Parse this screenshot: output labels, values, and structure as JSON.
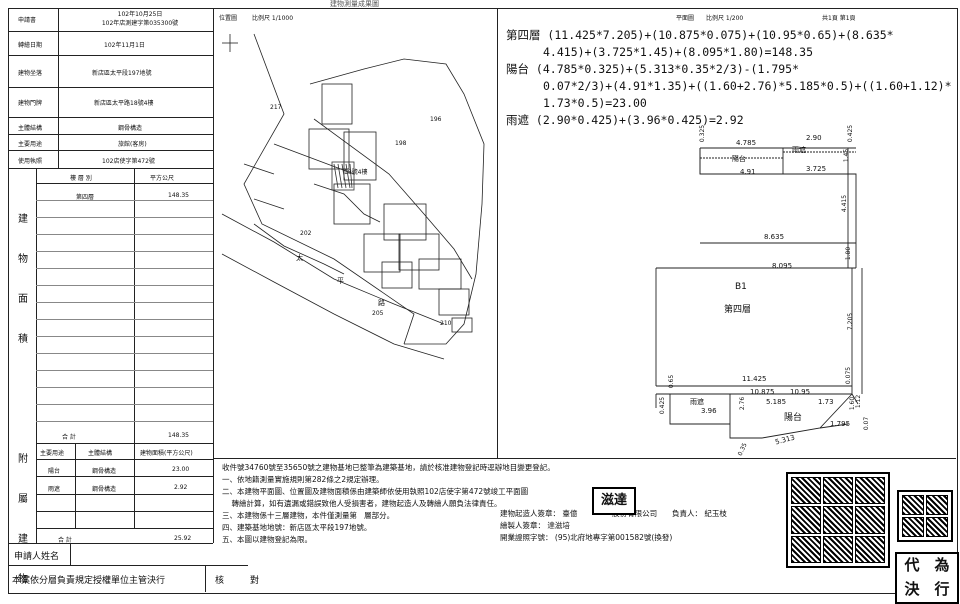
{
  "header": {
    "top_label": "建物測量成果圖"
  },
  "left_table": {
    "rows": [
      {
        "label": "申請書",
        "value": "102年10月25日\n102年店測建字第035300號"
      },
      {
        "label": "轉繪日期",
        "value": "102年11月1日"
      },
      {
        "label": "建物坐落",
        "value": "新店區太平段197地號"
      },
      {
        "label": "建物門牌",
        "value": "新店區太平路18號4樓"
      },
      {
        "label": "主體結構",
        "value": "鋼骨構造"
      },
      {
        "label": "主要用途",
        "value": "旅館(客房)"
      },
      {
        "label": "使用執照",
        "value": "102店使字第472號"
      }
    ],
    "area_header": {
      "layer": "樓  層  別",
      "area": "平方公尺"
    },
    "area_rows": [
      {
        "layer": "第四層",
        "area": "148.35"
      }
    ],
    "side_label_building_area": [
      "建",
      "物",
      "面",
      "積"
    ],
    "total_label": "合  計",
    "total_value": "148.35",
    "annex_side_label": [
      "附",
      "屬",
      "建",
      "物"
    ],
    "annex_header": {
      "use": "主要用途",
      "struct": "主體結構",
      "area": "建物面積(平方公尺)"
    },
    "annex_rows": [
      {
        "use": "陽台",
        "struct": "鋼骨構造",
        "area": "23.00"
      },
      {
        "use": "雨遮",
        "struct": "鋼骨構造",
        "area": "2.92"
      }
    ],
    "annex_total_label": "合  計",
    "annex_total": "25.92",
    "applicant_label": "申請人姓名",
    "footer_label": "本案依分層負責規定授權單位主管決行",
    "footer_check": "核",
    "footer_pair": "對"
  },
  "site_plan": {
    "title": "位置圖",
    "scale": "比例尺 1/1000",
    "lot_numbers": [
      "217",
      "196",
      "198",
      "18號4樓",
      "202",
      "210",
      "205"
    ],
    "road_label": [
      "太",
      "平",
      "路"
    ]
  },
  "floor_plan": {
    "title": "平面圖",
    "scale": "比例尺 1/200",
    "page": "共1頁  第1頁",
    "formulas": [
      "第四層 (11.425*7.205)+(10.875*0.075)+(10.95*0.65)+(8.635*",
      "4.415)+(3.725*1.45)+(8.095*1.80)=148.35",
      "陽台 (4.785*0.325)+(5.313*0.35*2/3)-(1.795*",
      "0.07*2/3)+(4.91*1.35)+((1.60+2.76)*5.185*0.5)+((1.60+1.12)*",
      "1.73*0.5)=23.00",
      "雨遮 (2.90*0.425)+(3.96*0.425)=2.92"
    ],
    "dims": {
      "d4785": "4.785",
      "d290": "2.90",
      "d0325": "0.325",
      "d0425a": "0.425",
      "balcony_top": "陽台",
      "canopy_top": "雨遮",
      "d491": "4.91",
      "d3725": "3.725",
      "d145": "1.45",
      "d4415": "4.415",
      "d8635": "8.635",
      "d180": "1.80",
      "d8095": "8.095",
      "b1": "B1",
      "floor_label": "第四層",
      "d7205": "7.205",
      "d11425": "11.425",
      "d0075": "0.075",
      "d065": "0.65",
      "d10875": "10.875",
      "d1095": "10.95",
      "d0425b": "0.425",
      "canopy_bottom": "雨遮",
      "d396": "3.96",
      "d276": "2.76",
      "d5185": "5.185",
      "d173": "1.73",
      "d112": "1.12",
      "balcony_bottom": "陽台",
      "d1795": "1.795",
      "d5313": "5.313",
      "d035": "0.35",
      "d160": "1.60",
      "d007": "0.07"
    }
  },
  "notes": [
    "收件號34760號至35650號之建物基地已整筆為建築基地，請於核准建物登記時逕辦地目變更登記。",
    "一、依地籍測量實施規則第282條之2規定辦理。",
    "二、本建物平面圖、位置圖及建物面積係由建築師依使用執照102店使字第472號竣工平面圖",
    "    轉繪計算，如有遺漏或錯誤致他人受損害者，建物起造人及轉繪人願負法律責任。",
    "三、本建物係十三層建物，本件僅測量第   層部分。",
    "四、建築基地地號：新店區太平段197地號。",
    "五、本圖以建物登記為限。"
  ],
  "signers": {
    "builder_label": "建物起造人簽章：",
    "builder": "臺億",
    "company_tail": "股份有限公司",
    "owner_label": "負責人：",
    "owner": "紀玉枝",
    "drafter_label": "繪製人簽章：",
    "drafter": "達滋培",
    "cert_label": "開業證照字號：",
    "cert": "(95)北府地專字第001582號(換發)",
    "stamp_name": "滋達",
    "seal_text": [
      "代",
      "為",
      "決",
      "行"
    ]
  },
  "colors": {
    "ink": "#111111",
    "paper": "#ffffff",
    "hatch": "#333333"
  }
}
